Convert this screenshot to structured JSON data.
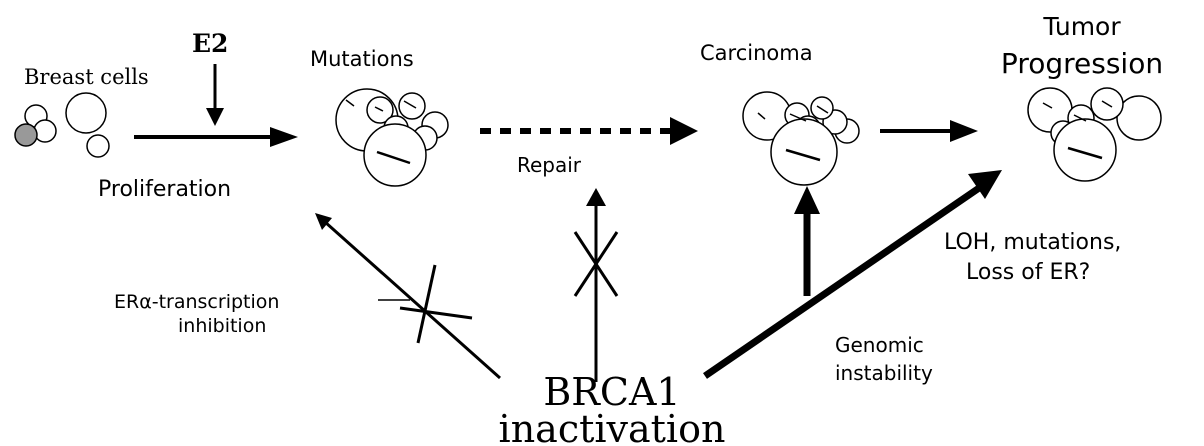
{
  "labels": {
    "breast_cells": "Breast cells",
    "e2": "E2",
    "mutations_title": "Mutations",
    "carcinoma_title": "Carcinoma",
    "tumor_line1": "Tumor",
    "tumor_line2": "Progression",
    "proliferation": "Proliferation",
    "repair": "Repair",
    "loh_line1": "LOH, mutations,",
    "loh_line2": "Loss of  ER?",
    "er_line1": "ERα-transcription",
    "er_line2": "inhibition",
    "genomic_line1": "Genomic",
    "genomic_line2": "instability",
    "brca1_line1": "BRCA1",
    "brca1_line2": "inactivation"
  },
  "colors": {
    "stroke": "#000000",
    "background": "#ffffff",
    "shaded_cell": "#999999"
  }
}
